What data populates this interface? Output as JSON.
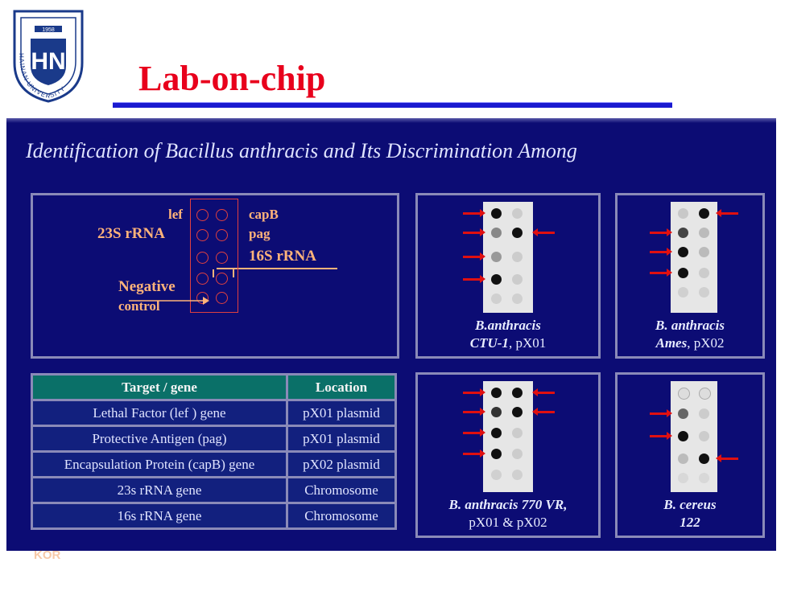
{
  "header": {
    "title": "Lab-on-chip",
    "logo_text": "HAINAN UNIVERSITY",
    "logo_year": "1958",
    "logo_monogram": "HN"
  },
  "panel": {
    "subtitle": "Identification of Bacillus anthracis and Its Discrimination Among"
  },
  "diagram": {
    "lef": "lef",
    "capB": "capB",
    "rRNA23": "23S rRNA",
    "pag": "pag",
    "rRNA16": "16S rRNA",
    "negative": "Negative",
    "control": "control"
  },
  "table": {
    "headers": [
      "Target / gene",
      "Location"
    ],
    "rows": [
      [
        "Lethal Factor (lef ) gene",
        "pX01 plasmid"
      ],
      [
        "Protective Antigen (pag)",
        "pX01 plasmid"
      ],
      [
        "Encapsulation Protein (capB) gene",
        "pX02 plasmid"
      ],
      [
        "23s rRNA gene",
        "Chromosome"
      ],
      [
        "16s rRNA gene",
        "Chromosome"
      ]
    ]
  },
  "images": [
    {
      "name_italic": "B.anthracis",
      "line2_italic": "CTU-1",
      "line2_rest": ", pX01"
    },
    {
      "name_italic": "B. anthracis",
      "line2_italic": "Ames",
      "line2_rest": ", pX02"
    },
    {
      "name_italic": "B. anthracis 770 VR,",
      "line2_italic": "",
      "line2_rest": "pX01 & pX02"
    },
    {
      "name_italic": "B. cereus",
      "line2_italic": "122",
      "line2_rest": ""
    }
  ],
  "footer": {
    "smudge_text": "KOR"
  },
  "colors": {
    "title": "#e8001c",
    "rule": "#1a1ad0",
    "panel_bg": "#0c0c74",
    "table_header": "#0a7068",
    "arrow": "#e01010",
    "diagram_label": "#ffb37a"
  }
}
